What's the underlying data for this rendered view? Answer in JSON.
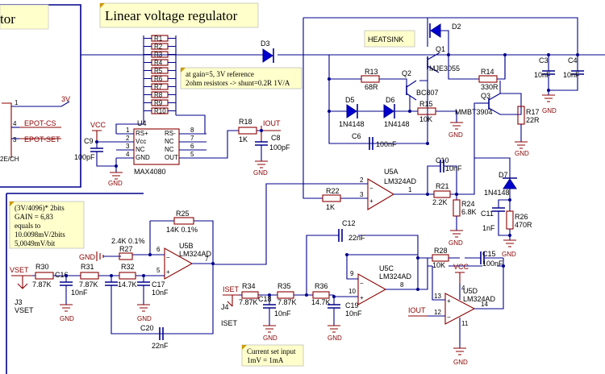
{
  "title": "Linear voltage regulator",
  "top_left_fragment": "tor",
  "heatsink_label": "HEATSINK",
  "notes": {
    "gain_note": [
      "at gain=5, 3V reference",
      "2ohm resistors -> shunt=0.2R 1V/A"
    ],
    "bits_note": [
      "(3V/4096)* 2bits",
      "GAIN = 6,83",
      "equals to",
      "10.0098mV/2bits",
      "5,0049mV/bit"
    ],
    "current_note": [
      "Current set input",
      "1mV = 1mA"
    ]
  },
  "connector_left": {
    "pin1": "1",
    "pin4": "4",
    "pin3": "3",
    "net_3v": "3V",
    "net_cs": "EPOT-CS",
    "net_set": "EPOT-SET",
    "bottom_text": "2E/CH"
  },
  "resistor_array": [
    "R1",
    "R2",
    "R3",
    "R4",
    "R5",
    "R6",
    "R7",
    "R8",
    "R9",
    "R10"
  ],
  "u4": {
    "ref": "U4",
    "part": "MAX4080",
    "pins_left": [
      "RS+",
      "Vcc",
      "NC",
      "GND"
    ],
    "pins_right": [
      "RS-",
      "NC",
      "NC",
      "OUT"
    ],
    "pin_nums_left": [
      "1",
      "2",
      "3",
      "4"
    ],
    "pin_nums_right": [
      "8",
      "7",
      "6",
      "5"
    ]
  },
  "components": {
    "vcc1": "VCC",
    "c9": "C9",
    "c9v": "100pF",
    "gnd1": "GND",
    "r18": "R18",
    "r18v": "1K",
    "iout1": "IOUT",
    "c8": "C8",
    "c8v": "100pF",
    "gnd2": "GND",
    "d3": "D3",
    "d2": "D2",
    "q1": "Q1",
    "q1p": "MJE3055",
    "r13": "R13",
    "r13v": "68R",
    "q2": "Q2",
    "q2p": "BC807",
    "r14": "R14",
    "r14v": "330R",
    "c3": "C3",
    "c3v": "10nF",
    "c4": "C4",
    "c4v": "10nF",
    "gnd3": "GND",
    "d5": "D5",
    "d5p": "1N4148",
    "d6": "D6",
    "d6p": "1N4148",
    "r15": "R15",
    "r15v": "10K",
    "gnd4": "GND",
    "q3": "Q3",
    "q3p": "MMBT3904",
    "r17": "R17",
    "r17v": "22R",
    "gnd5": "GND",
    "c6": "C6",
    "c6v": "100nF",
    "u5a": "U5A",
    "u5ap": "LM324AD",
    "c10": "C10",
    "c10v": "10nF",
    "r22": "R22",
    "r22v": "1K",
    "r21": "R21",
    "r21v": "2.2K",
    "r24": "R24",
    "r24v": "6.8K",
    "gnd6": "GND",
    "d7": "D7",
    "d7p": "1N4148",
    "c11": "C11",
    "c11v": "1nF",
    "r26": "R26",
    "r26v": "470R",
    "gnd7": "GND",
    "r25": "R25",
    "r25v": "14K 0.1%",
    "u5b": "U5B",
    "u5bp": "LM324AD",
    "r27": "R27",
    "r27v": "2.4K 0.1%",
    "gndl": "GND",
    "vset": "VSET",
    "r30": "R30",
    "r30v": "7.87K",
    "c16": "C16",
    "c16v": "10nF",
    "r31": "R31",
    "r31v": "7.87K",
    "r32": "R32",
    "r32v": "14.7K",
    "c17": "C17",
    "c17v": "10nF",
    "j3": "J3",
    "j3n": "VSET",
    "gnd8": "GND",
    "gnd9": "GND",
    "gnd10": "GND",
    "c20": "C20",
    "c20v": "22nF",
    "c12": "C12",
    "c12v": "22nF",
    "u5c": "U5C",
    "u5cp": "LM324AD",
    "iset": "ISET",
    "r34": "R34",
    "r34v": "7.87K",
    "r35": "R35",
    "r35v": "7.87K",
    "r36": "R36",
    "r36v": "14.7K",
    "c18": "C18",
    "c18v": "10nF",
    "c19": "C19",
    "c19v": "10nF",
    "j4": "J4",
    "j4n": "ISET",
    "gnd11": "GND",
    "gnd12": "GND",
    "r28": "R28",
    "r28v": "10K",
    "vcc2": "VCC",
    "c15": "C15",
    "c15v": "100nF",
    "gnd13": "GND",
    "u5d": "U5D",
    "u5dp": "LM324AD",
    "iout2": "IOUT",
    "gnd14": "GND",
    "p1": "1",
    "p2": "2",
    "p3": "3",
    "p5": "5",
    "p6": "6",
    "p7": "7",
    "p8": "8",
    "p9": "9",
    "p10": "10",
    "p12": "12",
    "p13": "13",
    "p14": "14",
    "p4": "4",
    "p11": "11"
  }
}
